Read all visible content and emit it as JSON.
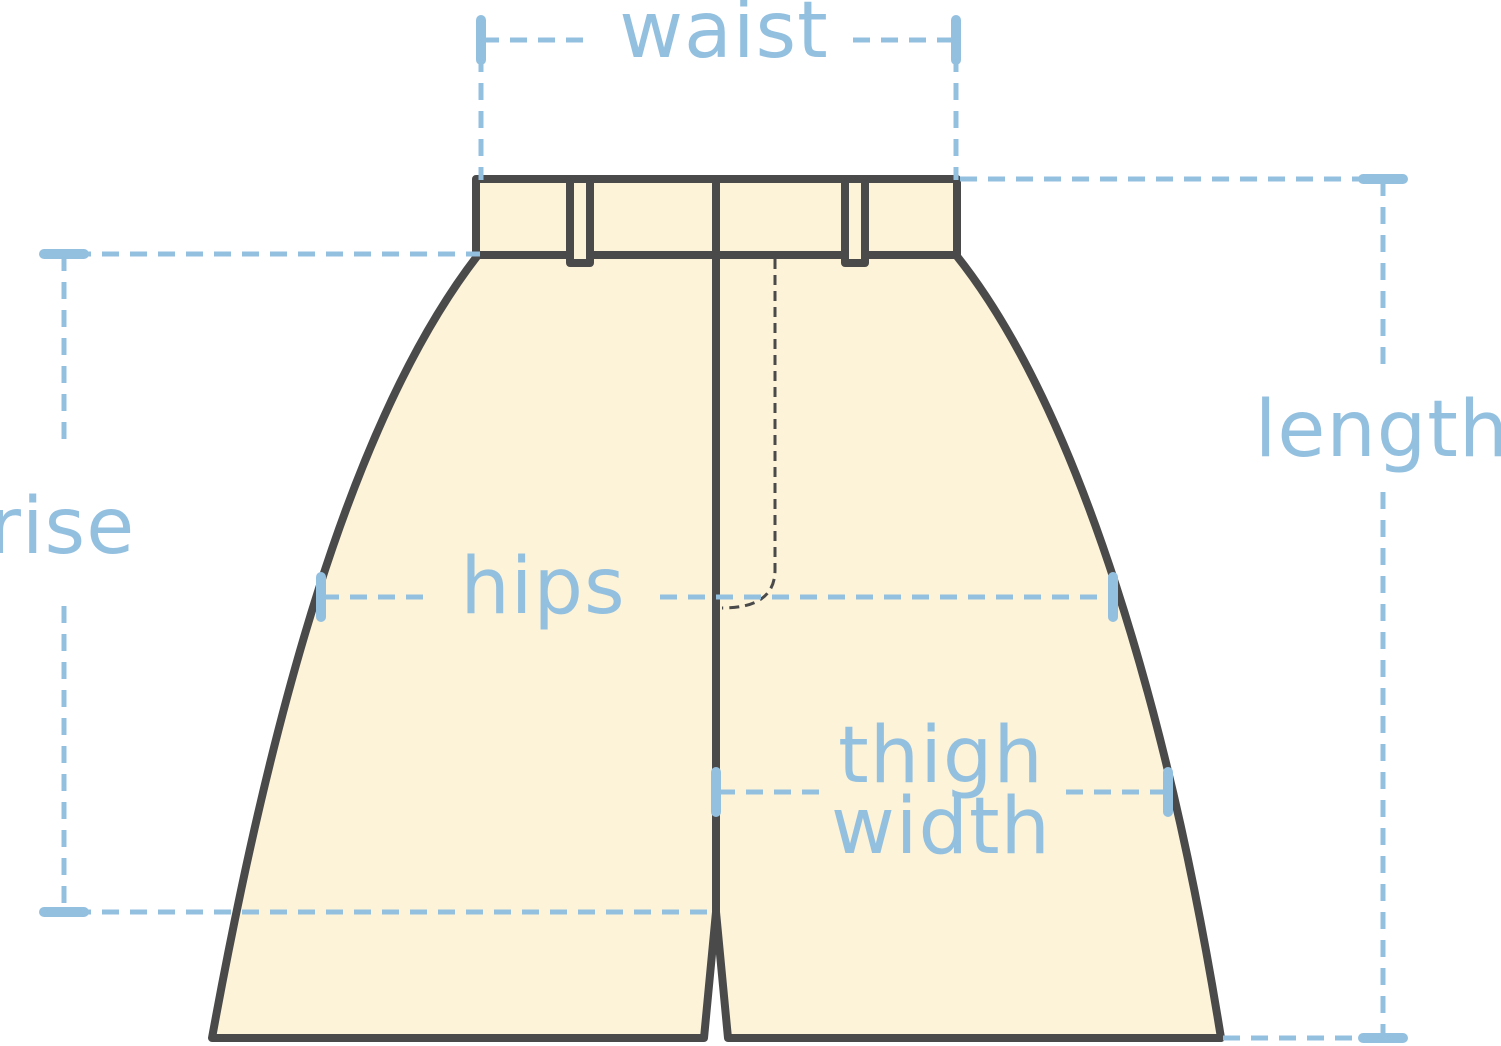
{
  "labels": {
    "waist": "waist",
    "rise": "rise",
    "hips": "hips",
    "length": "length",
    "thigh_width_line1": "thigh",
    "thigh_width_line2": "width"
  },
  "colors": {
    "fabric_fill": "#fdf3d8",
    "outline": "#4a4a4a",
    "measure_line": "#94c0e0",
    "measure_text": "#94c0e0",
    "background": "#ffffff"
  }
}
